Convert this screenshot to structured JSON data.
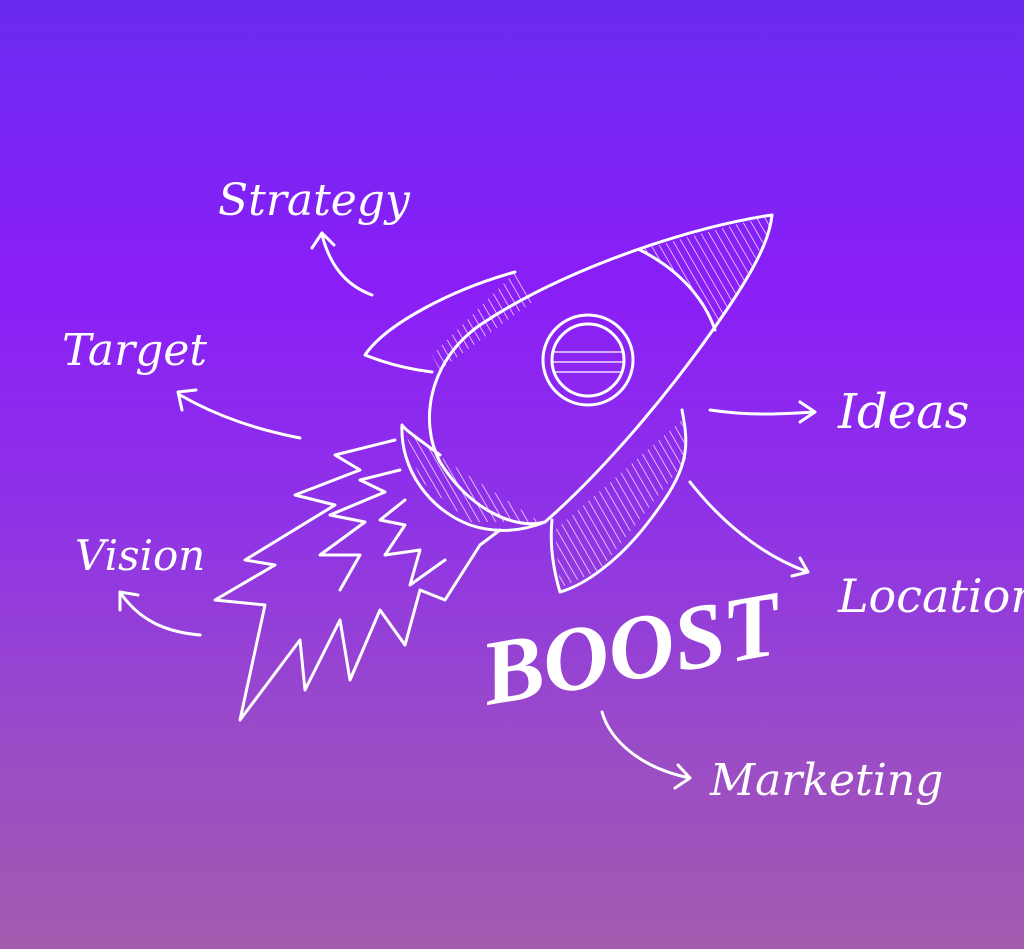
{
  "illustration": {
    "center_word": "BOOST",
    "labels": [
      "Strategy",
      "Target",
      "Vision",
      "Ideas",
      "Location",
      "Marketing"
    ],
    "icon": "rocket-icon",
    "colors": {
      "background_top": "#6a2bf0",
      "background_mid": "#8a1ef7",
      "background_bottom": "#a45aae",
      "ink": "#ffffff"
    }
  }
}
